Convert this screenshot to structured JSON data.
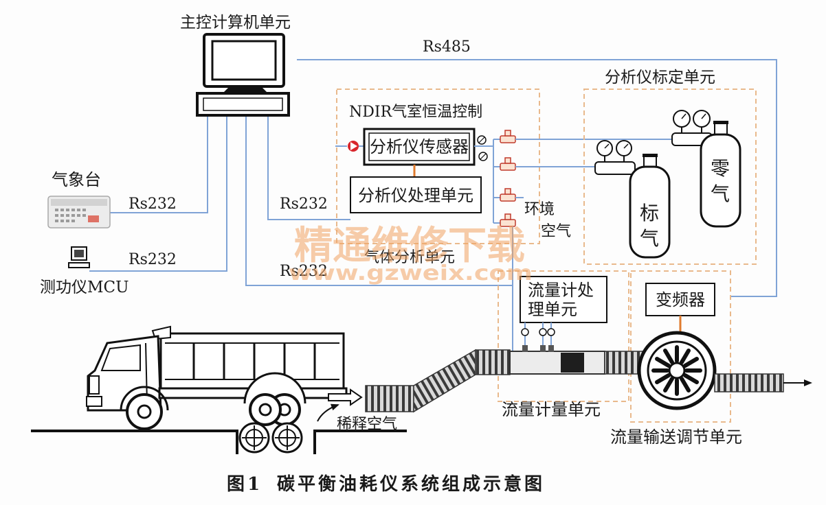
{
  "figure": {
    "number": "图1",
    "title": "碳平衡油耗仪系统组成示意图"
  },
  "main_computer": {
    "label": "主控计算机单元",
    "icon": "desktop-computer-icon"
  },
  "links": {
    "rs485": "Rs485",
    "rs232_weather": "Rs232",
    "rs232_mcu": "Rs232",
    "rs232_gas": "Rs232",
    "rs232_flow": "Rs232"
  },
  "weather_station": {
    "label": "气象台"
  },
  "dyno_mcu": {
    "label": "测功仪MCU",
    "icon": "computer-icon"
  },
  "gas_analysis_unit": {
    "label": "气体分析单元",
    "temperature_control": "NDIR气室恒温控制",
    "sensor": "分析仪传感器",
    "processor": "分析仪处理单元",
    "ambient_air": [
      "环境",
      "空气"
    ]
  },
  "calibration_unit": {
    "label": "分析仪标定单元",
    "span_gas": [
      "标",
      "气"
    ],
    "zero_gas": [
      "零",
      "气"
    ]
  },
  "flow_measurement_unit": {
    "label": "流量计量单元",
    "processor": [
      "流量计处",
      "理单元"
    ]
  },
  "flow_transport_unit": {
    "label": "流量输送调节单元",
    "inverter": "变频器"
  },
  "dilution_air": "稀释空气",
  "watermark": {
    "line1": "精通维修下载",
    "line2": "www.gzweix.com"
  },
  "colors": {
    "signal_line": "#7fa3d6",
    "unit_border": "#e9b98c",
    "connector": "#e07b2e",
    "pump": "#d8262c",
    "watermark": "#f1a463"
  }
}
